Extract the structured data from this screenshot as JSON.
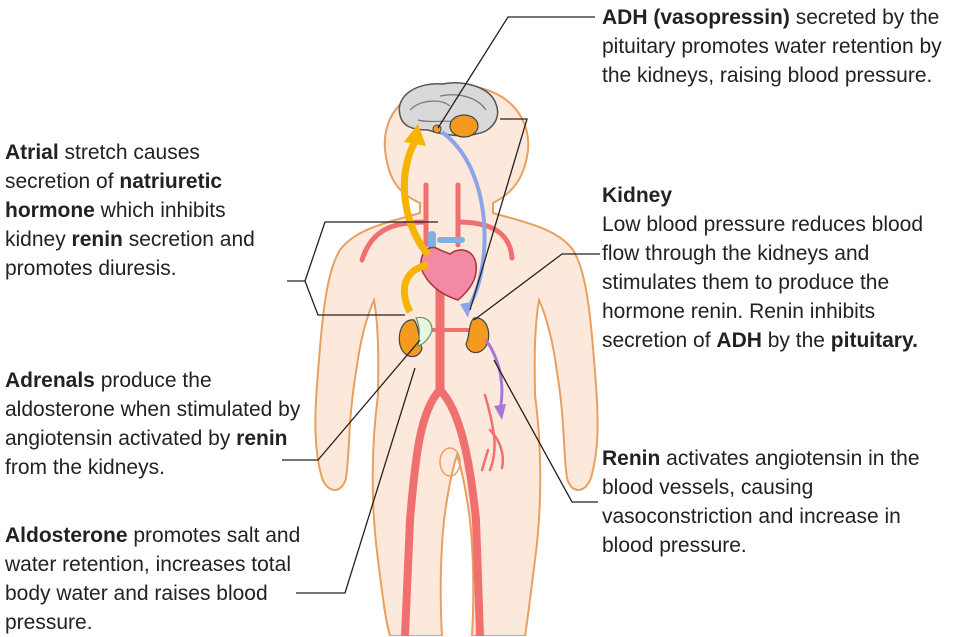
{
  "labels": {
    "atrial": {
      "bold1": "Atrial",
      "text1": " stretch causes secretion of ",
      "bold2": "natriuretic hormone",
      "text2": " which inhibits kidney ",
      "bold3": "renin",
      "text3": " secretion and promotes diuresis."
    },
    "adrenals": {
      "bold1": "Adrenals",
      "text1": " produce the aldosterone when stimulated by angiotensin activated by ",
      "bold2": "renin",
      "text2": " from the kidneys."
    },
    "aldosterone": {
      "bold1": "Aldosterone",
      "text1": " promotes salt and water retention, increases total body water and raises blood pressure."
    },
    "adh": {
      "bold1": "ADH (vasopressin)",
      "text1": " secreted by the pituitary promotes water retention by the kidneys, raising blood pressure."
    },
    "kidney": {
      "heading": "Kidney",
      "text1": "Low blood pressure reduces blood flow through the kidneys and stimulates them to produce the hormone renin. Renin inhibits secretion of ",
      "bold1": "ADH",
      "text2": " by the ",
      "bold2": "pituitary."
    },
    "renin": {
      "bold1": "Renin",
      "text1": " activates angiotensin in the blood vessels, causing vasoconstriction and increase in blood pressure."
    }
  },
  "colors": {
    "body_fill": "#fde9dc",
    "body_outline": "#e8a060",
    "artery": "#f07070",
    "vein": "#7fb0e6",
    "heart": "#f28aa6",
    "kidney": "#f39a1f",
    "adrenal_arrow": "#f5b400",
    "adh_arrow": "#8aa6e8",
    "renin_arrow": "#a678d6",
    "brain": "#d9d9d9",
    "leader": "#222222"
  }
}
